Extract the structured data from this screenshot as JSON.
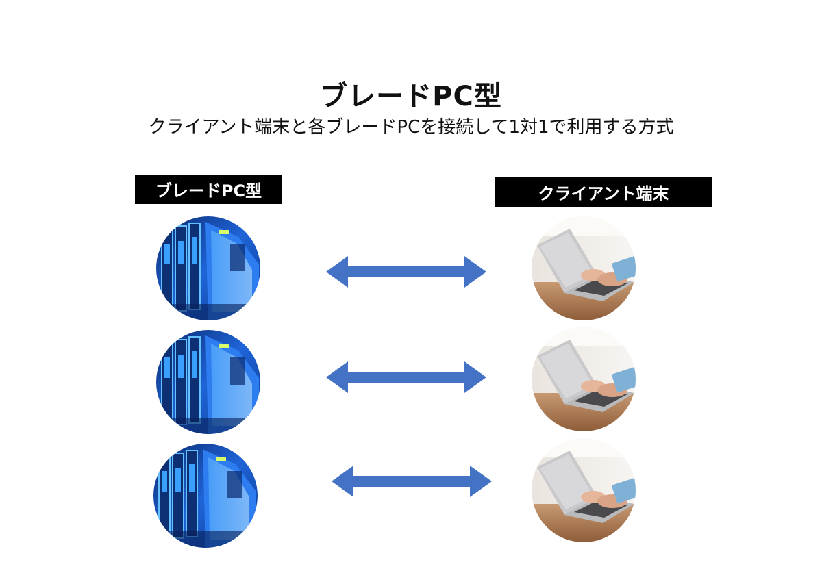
{
  "title": "ブレードPC型",
  "subtitle": "クライアント端末と各ブレードPCを接続して1対1で利用する方式",
  "left_label": "ブレードPC型",
  "right_label": "クライアント端末",
  "colors": {
    "arrow": "#4472c4",
    "label_bg": "#000000",
    "label_text": "#ffffff"
  },
  "rows": [
    {
      "left_icon": "blade-server-photo",
      "right_icon": "laptop-typing-photo",
      "connector": "double-arrow"
    },
    {
      "left_icon": "blade-server-photo",
      "right_icon": "laptop-typing-photo",
      "connector": "double-arrow"
    },
    {
      "left_icon": "blade-server-photo",
      "right_icon": "laptop-typing-photo",
      "connector": "double-arrow"
    }
  ]
}
